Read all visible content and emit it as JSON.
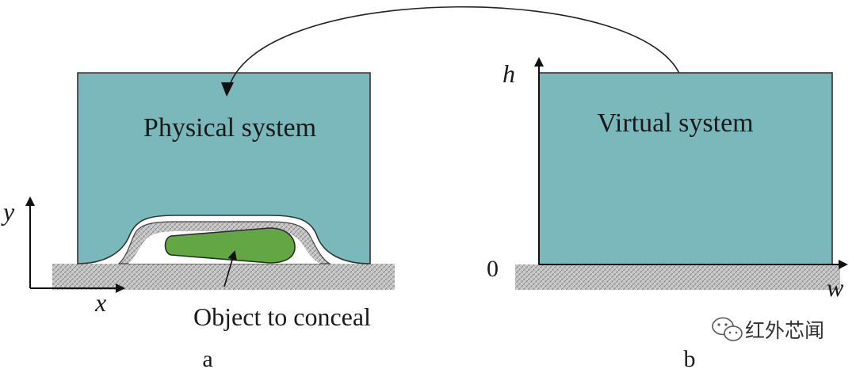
{
  "panel_a": {
    "title": "Physical system",
    "object_label": "Object to conceal",
    "x_axis": "x",
    "y_axis": "y",
    "caption": "a"
  },
  "panel_b": {
    "title": "Virtual system",
    "h_axis": "h",
    "w_axis": "w",
    "zero": "0",
    "caption": "b"
  },
  "watermark": "红外芯闻",
  "colors": {
    "system_fill": "#7ab8bb",
    "object_fill": "#63a745",
    "ground": "#b6b6b6"
  },
  "icons": {
    "watermark_icon": "wechat-icon"
  }
}
